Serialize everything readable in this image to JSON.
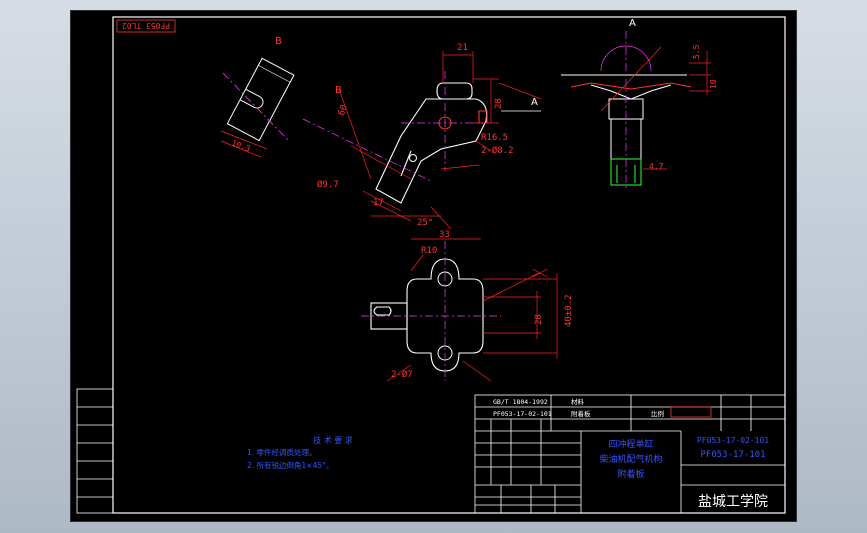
{
  "drawing": {
    "stamp": "PF053 TL02",
    "view_labels": {
      "b_top": "B",
      "b_section": "B",
      "a_top": "A",
      "a_side": "A"
    },
    "dims": {
      "d21": "21",
      "d60": "60",
      "d10_3": "10.3",
      "d28": "28",
      "r16_5": "R16.5",
      "holes_top": "2-Ø8.2",
      "d9_7": "Ø9.7",
      "d17": "17",
      "d25deg": "25°",
      "d5_5": "5.5",
      "d10": "10",
      "d4_7": "4.7",
      "d33": "33",
      "r10": "R10",
      "d28b": "28",
      "d40": "40±0.2",
      "holes_plan": "2-Ø7"
    },
    "notes": {
      "title": "技 术 要 求",
      "items": [
        "1. 零件经调质处理。",
        "2. 所有锐边倒角1×45°。"
      ]
    },
    "title_block": {
      "std": "GB/T 1804-1992",
      "drawing_no_left": "PF053-17-02-101",
      "material_label": "材料",
      "name_label": "附着板",
      "part_name": [
        "四冲程单缸",
        "柴油机配气机构",
        "附着板"
      ],
      "part_code": "PF053-17-02-101",
      "part_code2": "PF053-17-101",
      "scale_label": "比例",
      "school": "盐城工学院"
    }
  }
}
